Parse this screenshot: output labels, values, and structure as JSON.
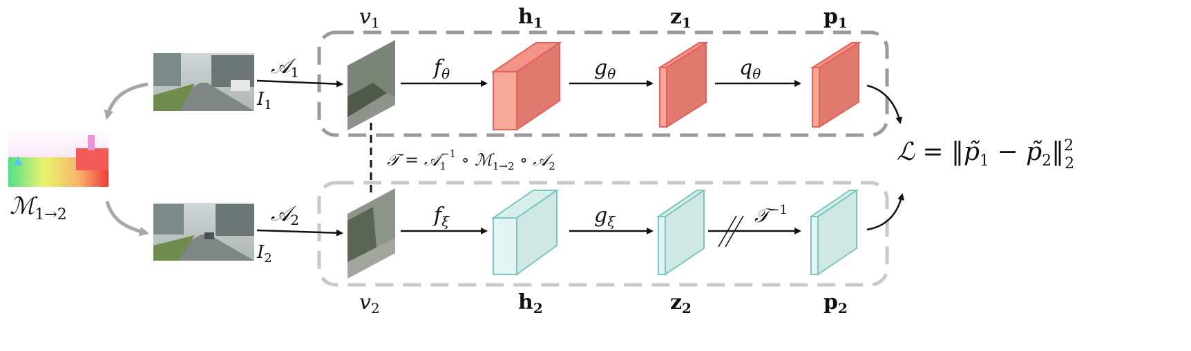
{
  "pipeline_top": {
    "image_label": "I",
    "image_sub": "1",
    "aug_label": "𝒜",
    "aug_sub": "1",
    "view_label": "v",
    "view_sub": "1",
    "encoder_label": "f",
    "encoder_sub": "θ",
    "projector_label": "g",
    "projector_sub": "θ",
    "predictor_label": "q",
    "predictor_sub": "θ",
    "h_label": "h",
    "h_sub": "1",
    "z_label": "z",
    "z_sub": "1",
    "p_label": "p",
    "p_sub": "1"
  },
  "pipeline_bottom": {
    "image_label": "I",
    "image_sub": "2",
    "aug_label": "𝒜",
    "aug_sub": "2",
    "view_label": "v",
    "view_sub": "2",
    "encoder_label": "f",
    "encoder_sub": "ξ",
    "projector_label": "g",
    "projector_sub": "ξ",
    "transform_label": "𝒯",
    "transform_sup": "−1",
    "h_label": "h",
    "h_sub": "2",
    "z_label": "z",
    "z_sub": "2",
    "p_label": "p",
    "p_sub": "2"
  },
  "flow": {
    "label": "ℳ",
    "sub": "1→2"
  },
  "transform_eq": {
    "lhs": "𝒯 = 𝒜",
    "sub1": "1",
    "sup1": "−1",
    "op1": " ∘ ℳ",
    "sub2": "1→2",
    "op2": " ∘ 𝒜",
    "sub3": "2"
  },
  "loss": {
    "lhs": "ℒ = ‖p̃",
    "sub1": "1",
    "mid": " − p̃",
    "sub2": "2",
    "close": "‖",
    "sup": "2",
    "sub3": "2"
  },
  "colors": {
    "online_front": "#f7a899",
    "online_side": "#e0796e",
    "online_top": "#f29487",
    "online_stroke": "#e4605a",
    "target_front": "#e3f5f3",
    "target_side": "#cfe8e4",
    "target_top": "#d8efec",
    "target_stroke": "#7cc6c0",
    "box_top": "#9a9a9a",
    "box_bottom": "#c9c9c9"
  }
}
